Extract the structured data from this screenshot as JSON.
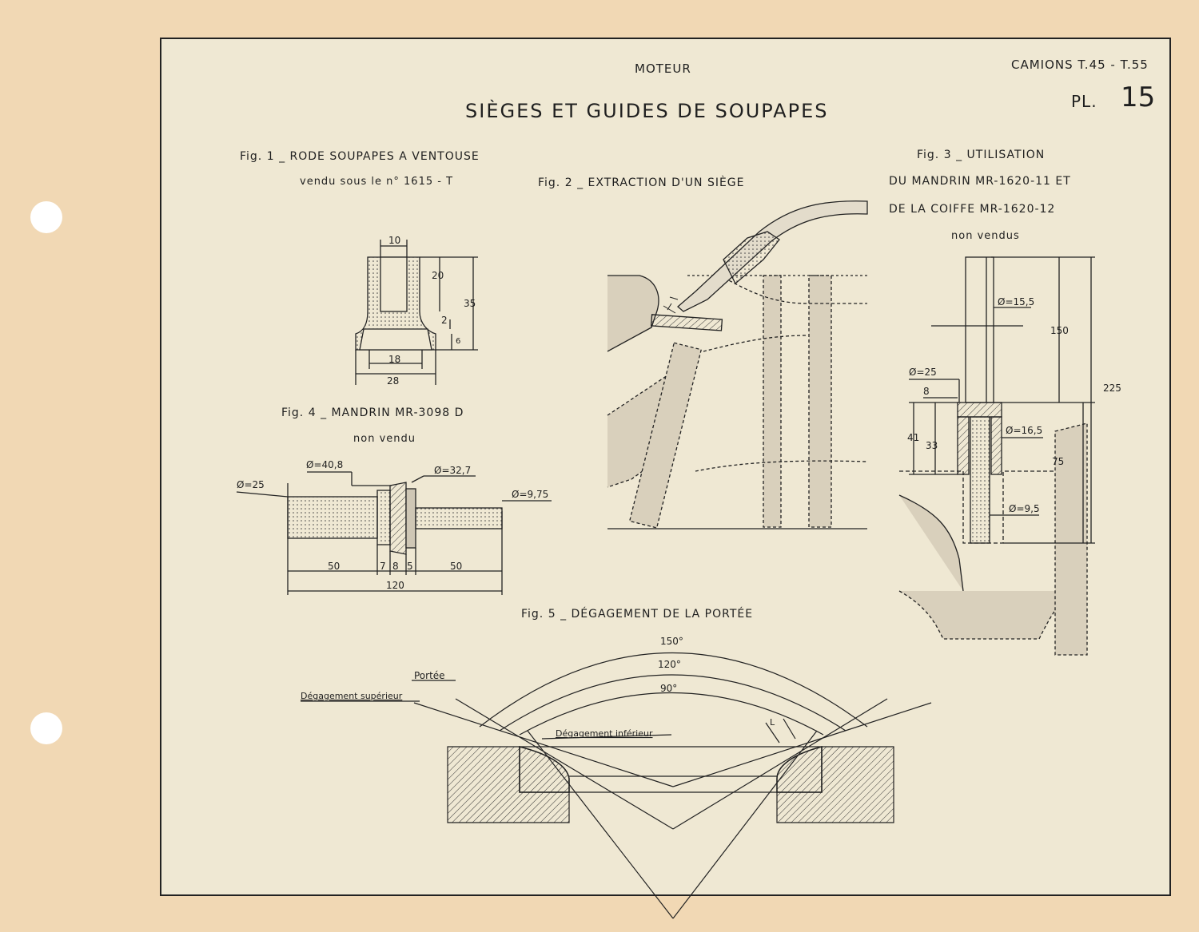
{
  "header": {
    "section": "MOTEUR",
    "vehicles": "CAMIONS T.45 - T.55",
    "title": "SIÈGES ET GUIDES DE SOUPAPES",
    "plate": "PL.",
    "plate_number": "15"
  },
  "fig1": {
    "caption": "Fig. 1 _ RODE SOUPAPES A VENTOUSE",
    "subcaption": "vendu sous le n° 1615 - T",
    "dims": {
      "top": "10",
      "inner": "20",
      "height": "35",
      "lip": "2",
      "base": "6",
      "inner_dia": "18",
      "outer_dia": "28"
    }
  },
  "fig2": {
    "caption": "Fig. 2 _ EXTRACTION D'UN SIÈGE"
  },
  "fig3": {
    "caption_1": "Fig. 3 _ UTILISATION",
    "caption_2": "DU MANDRIN MR-1620-11 ET",
    "caption_3": "DE LA COIFFE MR-1620-12",
    "subcaption": "non vendus",
    "dims": {
      "d155": "Ø=15,5",
      "d25": "Ø=25",
      "d165": "Ø=16,5",
      "d95": "Ø=9,5",
      "l150": "150",
      "l225": "225",
      "l75": "75",
      "l8": "8",
      "l41": "41",
      "l33": "33"
    }
  },
  "fig4": {
    "caption": "Fig. 4 _ MANDRIN MR-3098 D",
    "subcaption": "non vendu",
    "dims": {
      "d408": "Ø=40,8",
      "d327": "Ø=32,7",
      "d25": "Ø=25",
      "d975": "Ø=9,75",
      "l50a": "50",
      "l7": "7",
      "l8": "8",
      "l5": "5",
      "l50b": "50",
      "total": "120"
    }
  },
  "fig5": {
    "caption": "Fig. 5 _ DÉGAGEMENT DE LA PORTÉE",
    "angle_150": "150°",
    "angle_120": "120°",
    "angle_90": "90°",
    "label_portee": "Portée",
    "label_sup": "Dégagement supérieur",
    "label_inf": "Dégagement inférieur",
    "label_l": "L"
  }
}
